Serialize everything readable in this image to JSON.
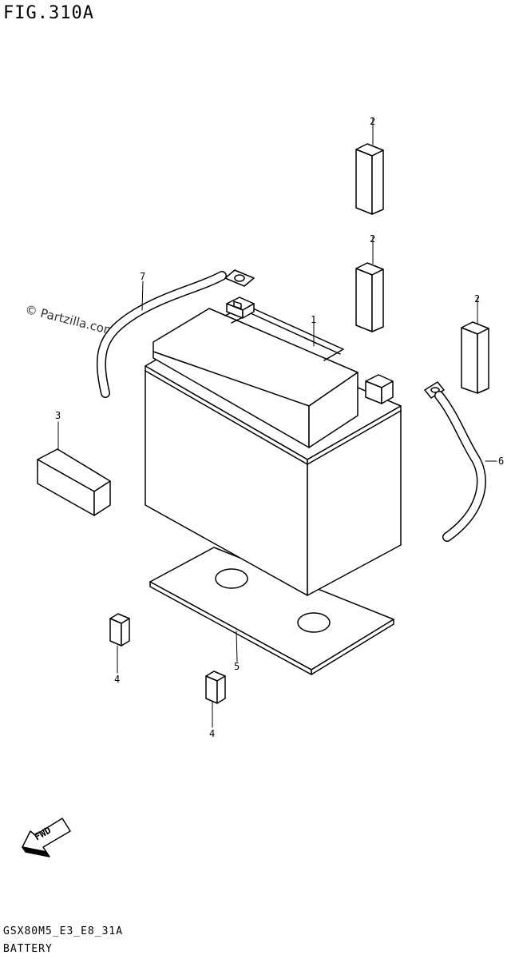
{
  "header": {
    "title": "FIG.310A"
  },
  "watermark": "© Partzilla.com",
  "footer": {
    "model_code": "GSX80M5_E3_E8_31A",
    "section": "BATTERY"
  },
  "callouts": {
    "battery": "1",
    "cover_a": "2",
    "cover_b": "2",
    "cover_c": "2",
    "pad_3": "3",
    "clip_a": "4",
    "clip_b": "4",
    "tray_5": "5",
    "lead_6": "6",
    "lead_7": "7"
  },
  "fwd_arrow": {
    "label": "FWD"
  }
}
